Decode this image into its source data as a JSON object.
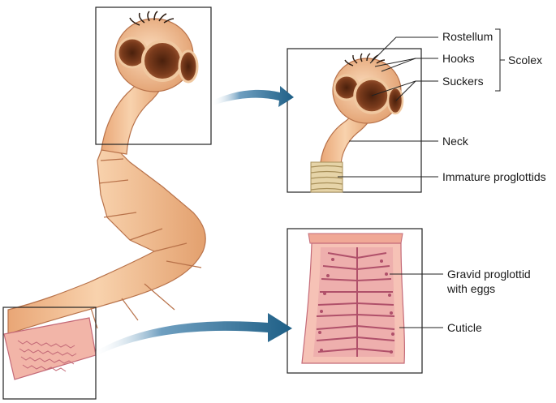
{
  "labels": {
    "rostellum": "Rostellum",
    "hooks": "Hooks",
    "suckers": "Suckers",
    "scolex": "Scolex",
    "neck": "Neck",
    "immature_proglottids": "Immature proglottids",
    "gravid_line1": "Gravid proglottid",
    "gravid_line2": "with eggs",
    "cuticle": "Cuticle"
  },
  "colors": {
    "body": "#f4c39a",
    "body_dark": "#d9925f",
    "body_edge": "#b8724a",
    "sucker_outer": "#7a3b1c",
    "sucker_inner": "#5a2a12",
    "proglottid_ring": "#d8c59a",
    "gravid_fill": "#f2b5a8",
    "gravid_eggs": "#c46a78",
    "arrow": "#1e5f86",
    "line": "#222222"
  }
}
